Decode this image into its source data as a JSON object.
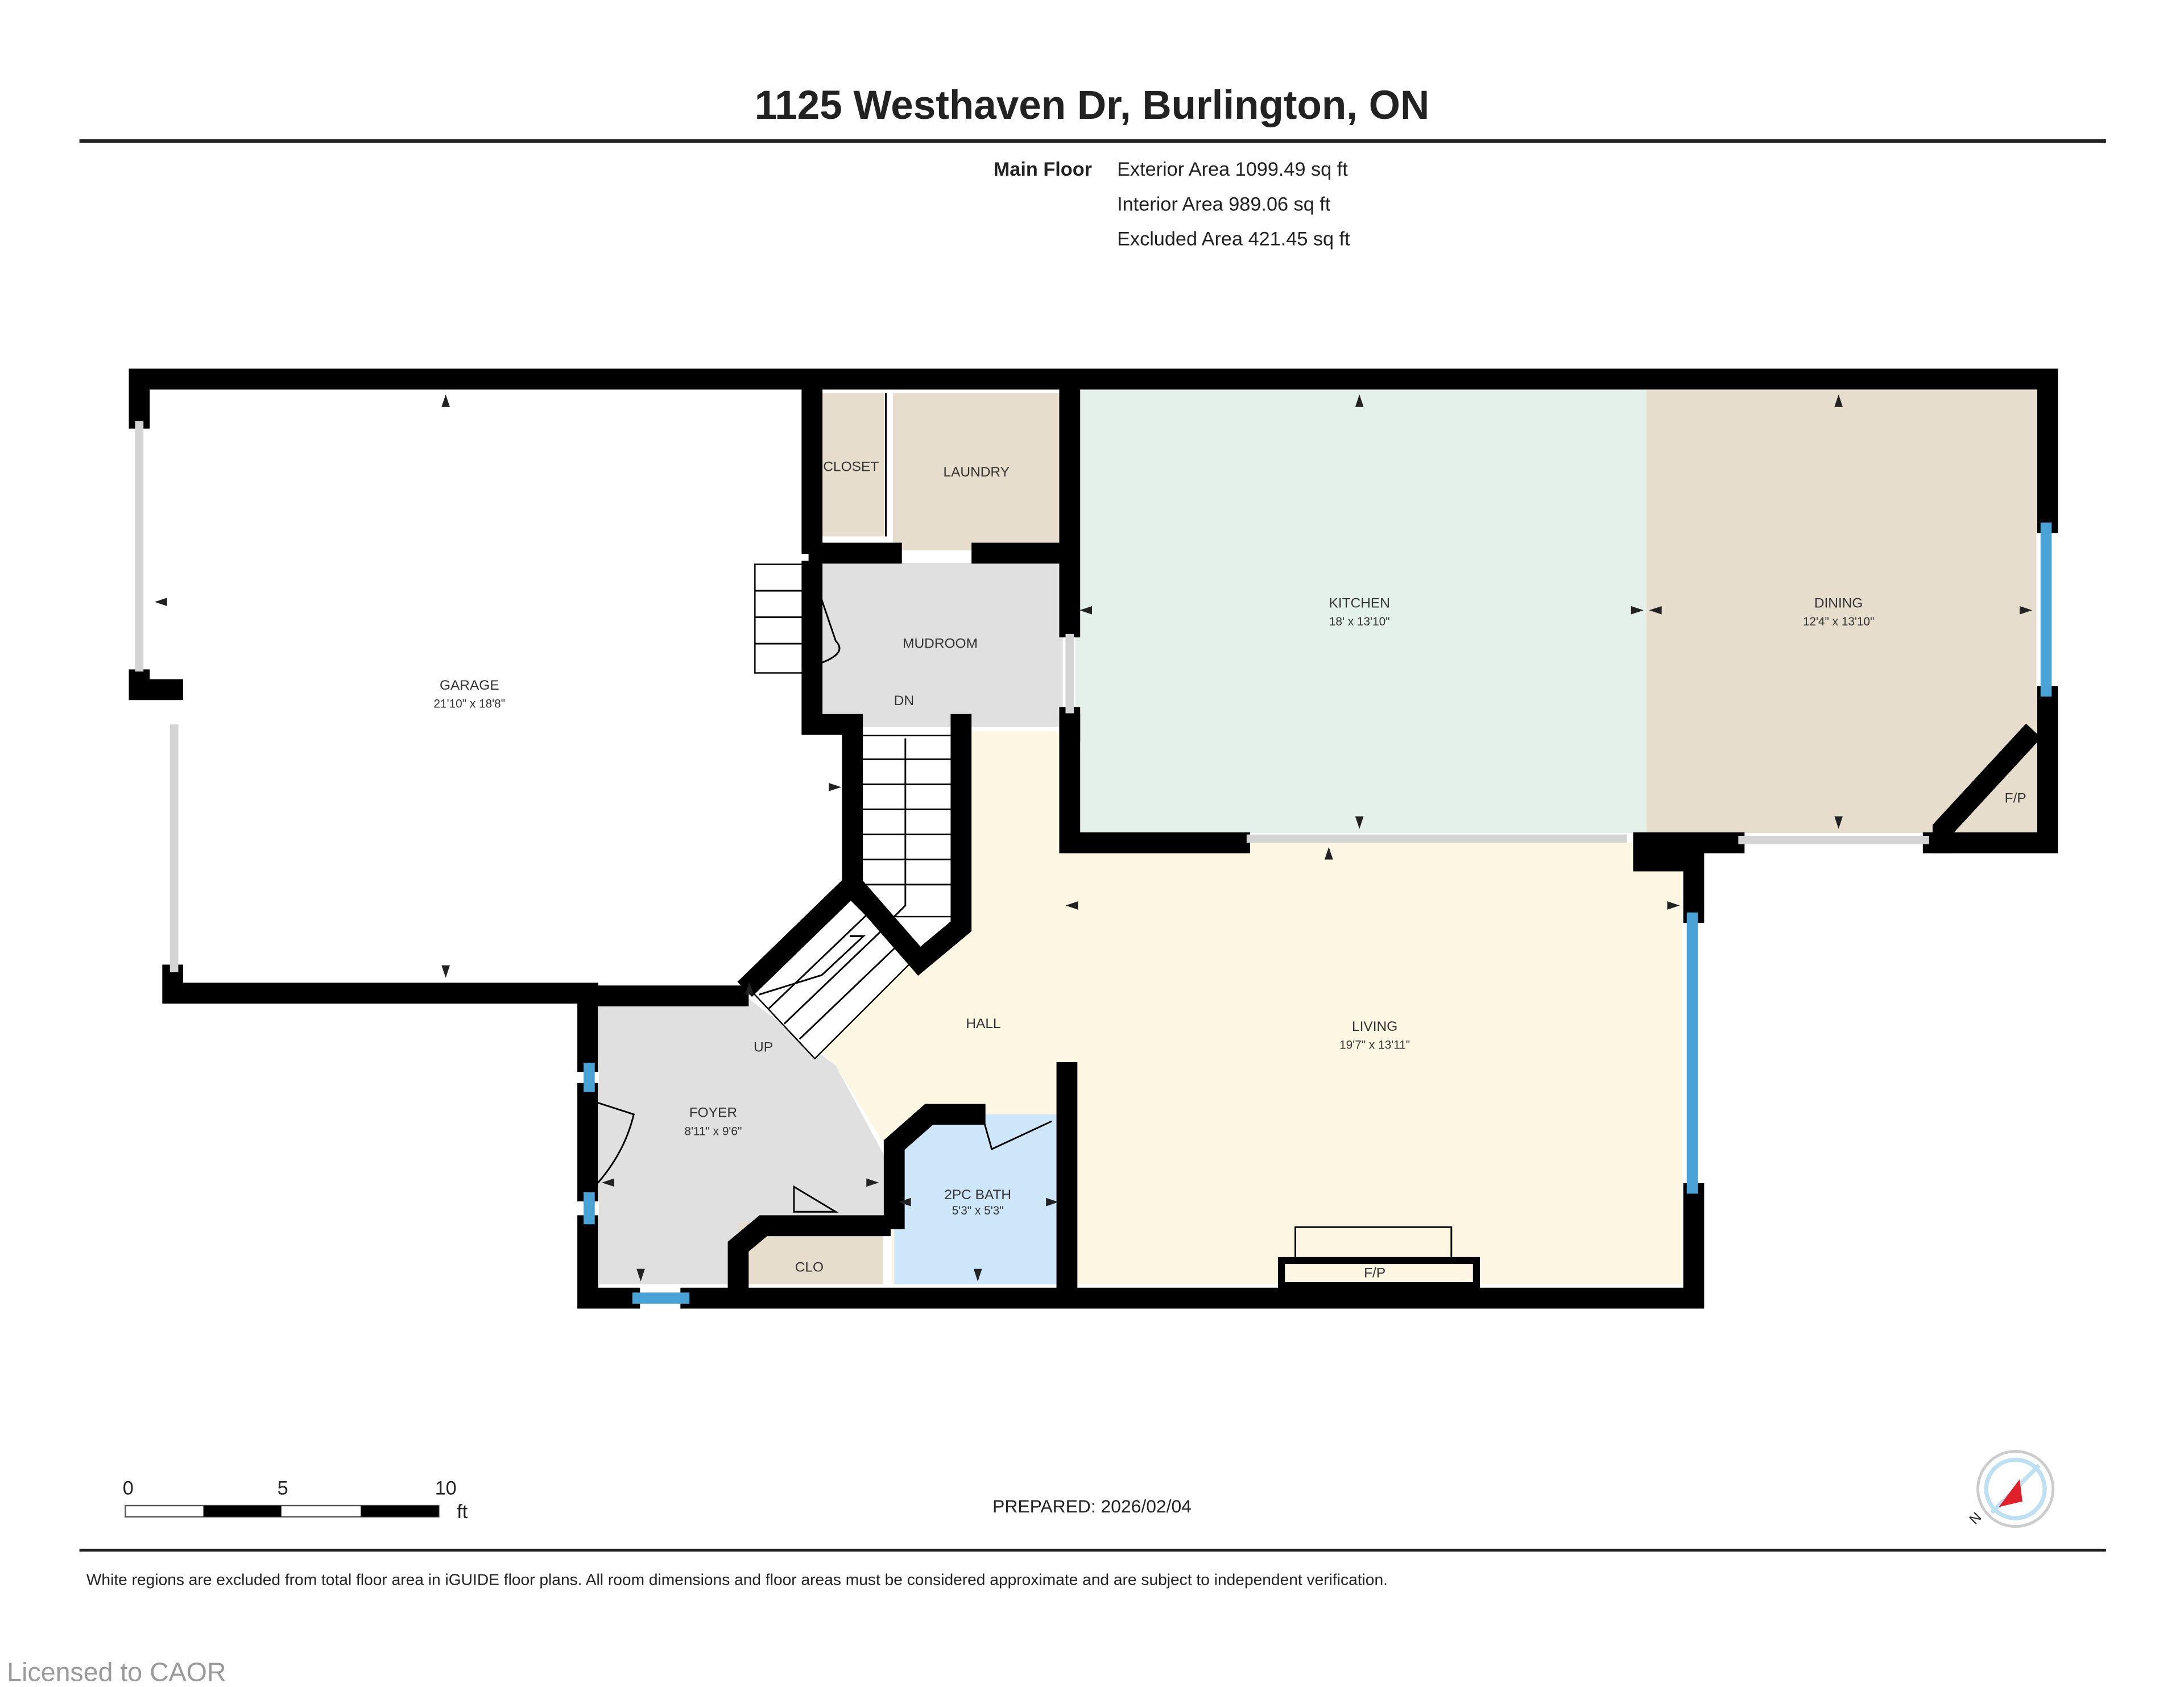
{
  "header": {
    "title": "1125 Westhaven Dr, Burlington, ON",
    "floor_label": "Main Floor",
    "areas": [
      "Exterior Area 1099.49 sq ft",
      "Interior Area 989.06 sq ft",
      "Excluded Area 421.45 sq ft"
    ]
  },
  "rooms": {
    "garage": {
      "name": "GARAGE",
      "dims": "21'10\" x 18'8\""
    },
    "closet": {
      "name": "CLOSET"
    },
    "laundry": {
      "name": "LAUNDRY"
    },
    "mudroom": {
      "name": "MUDROOM",
      "stair_label": "DN"
    },
    "kitchen": {
      "name": "KITCHEN",
      "dims": "18' x 13'10\""
    },
    "dining": {
      "name": "DINING",
      "dims": "12'4\" x 13'10\"",
      "fireplace": "F/P"
    },
    "hall": {
      "name": "HALL"
    },
    "living": {
      "name": "LIVING",
      "dims": "19'7\" x 13'11\"",
      "fireplace": "F/P"
    },
    "foyer": {
      "name": "FOYER",
      "dims": "8'11\" x 9'6\"",
      "stair_label": "UP"
    },
    "clo": {
      "name": "CLO"
    },
    "bath": {
      "name": "2PC BATH",
      "dims": "5'3\" x 5'3\""
    }
  },
  "colors": {
    "kitchen": "#e4f1eb",
    "dining": "#e6ddcc",
    "living": "#fcf6e2",
    "utility": "#e6ddcc",
    "gray": "#e0e0e0",
    "bath": "#cde6fa",
    "window": "#4aa3d6",
    "compass_needle": "#e0202a"
  },
  "scale": {
    "ticks": [
      "0",
      "5",
      "10"
    ],
    "unit": "ft"
  },
  "prepared": "PREPARED: 2026/02/04",
  "compass": {
    "label": "N"
  },
  "disclaimer": "White regions are excluded from total floor area in iGUIDE floor plans. All room dimensions and floor areas must be considered approximate and are subject to independent verification.",
  "watermark": "Licensed to CAOR"
}
